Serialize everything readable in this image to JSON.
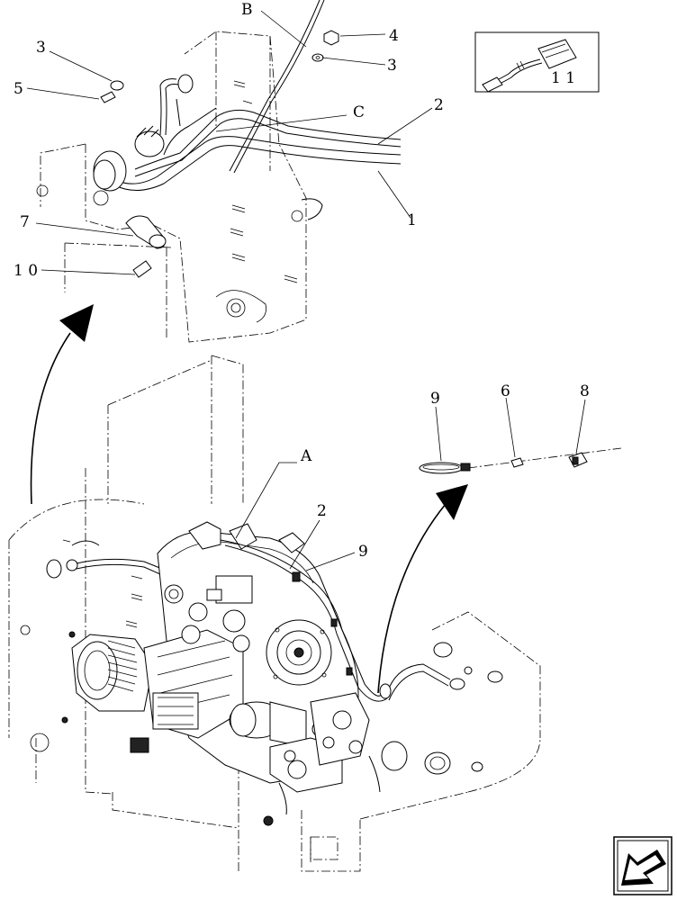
{
  "callouts": {
    "B": "B",
    "4": "4",
    "3a": "3",
    "3b": "3",
    "5": "5",
    "C": "C",
    "2a": "2",
    "1": "1",
    "7": "7",
    "10": "1 0",
    "11": "1 1",
    "9a": "9",
    "6": "6",
    "8": "8",
    "A": "A",
    "2b": "2",
    "9b": "9"
  },
  "icons": {
    "navigation": "page-back-arrow-icon",
    "inset": "connector-plug-icon"
  }
}
